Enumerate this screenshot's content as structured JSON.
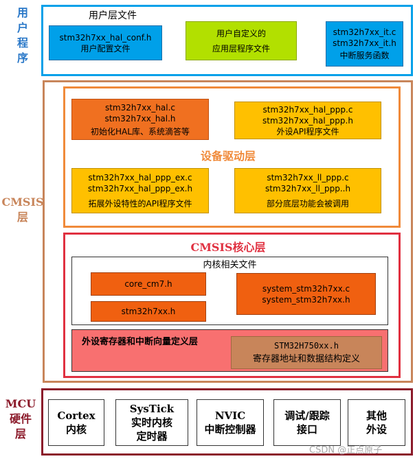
{
  "sections": {
    "user": {
      "side_label": "用户\n程序",
      "color": "#00a0e9",
      "title": "用户层文件",
      "box1": {
        "line1": "stm32h7xx_hal_conf.h",
        "line2": "用户配置文件",
        "color": "#00a0e9"
      },
      "box2": {
        "line1": "用户自定义的",
        "line2": "应用层程序文件",
        "color": "#b2e000"
      },
      "box3": {
        "line1": "stm32h7xx_it.c",
        "line2": "stm32h7xx_it.h",
        "line3": "中断服务函数",
        "color": "#00a0e9"
      }
    },
    "cmsis": {
      "side_label": "CMSIS\n层",
      "color": "#c8855a",
      "driver": {
        "title": "设备驱动层",
        "color": "#f08a3a",
        "box1": {
          "line1": "stm32h7xx_hal.c",
          "line2": "stm32h7xx_hal.h",
          "line3": "初始化HAL库、系统滴答等",
          "color": "#f07020"
        },
        "box2": {
          "line1": "stm32h7xx_hal_ppp.c",
          "line2": "stm32h7xx_hal_ppp.h",
          "line3": "外设API程序文件",
          "color": "#ffc000"
        },
        "box3": {
          "line1": "stm32h7xx_hal_ppp_ex.c",
          "line2": "stm32h7xx_hal_ppp_ex.h",
          "line3": "拓展外设特性的API程序文件",
          "color": "#ffc000"
        },
        "box4": {
          "line1": "stm32h7xx_ll_ppp.c",
          "line2": "stm32h7xx_ll_ppp..h",
          "line3": "部分底层功能会被调用",
          "color": "#ffc000"
        }
      },
      "core": {
        "title": "CMSIS核心层",
        "color": "#e03040",
        "kernel_title": "内核相关文件",
        "box_core_cm7": {
          "line1": "core_cm7.h",
          "color": "#f06010"
        },
        "box_system": {
          "line1": "system_stm32h7xx.c",
          "line2": "system_stm32h7xx.h",
          "color": "#f06010"
        },
        "box_stm32h7xx": {
          "line1": "stm32h7xx.h",
          "color": "#f06010"
        },
        "periph_title": "外设寄存器和中断向量定义层",
        "periph_color": "#f87070",
        "box_device": {
          "line1": "STM32H750xx.h",
          "line2": "寄存器地址和数据结构定义",
          "color": "#c8855a"
        }
      }
    },
    "mcu": {
      "side_label": "MCU\n硬件\n层",
      "color": "#8b1a2a",
      "items": [
        {
          "line1": "Cortex",
          "line2": "内核"
        },
        {
          "line1": "SysTick",
          "line2": "实时内核",
          "line3": "定时器"
        },
        {
          "line1": "NVIC",
          "line2": "中断控制器"
        },
        {
          "line1": "调试/跟踪",
          "line2": "接口"
        },
        {
          "line1": "其他",
          "line2": "外设"
        }
      ]
    }
  },
  "watermark": "CSDN @正点原子"
}
